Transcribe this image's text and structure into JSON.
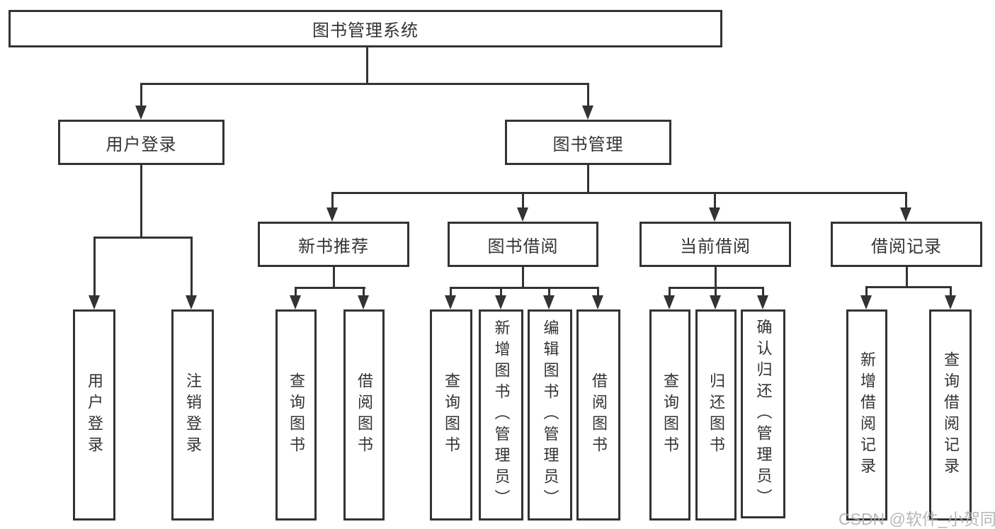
{
  "page": {
    "background": "#ffffff"
  },
  "diagram": {
    "type": "hierarchy-tree",
    "line_color": "#333333",
    "text_color": "#333333",
    "root": {
      "label": "图书管理系统"
    },
    "branches": [
      {
        "label": "用户登录"
      },
      {
        "label": "图书管理"
      }
    ],
    "modules": [
      {
        "label": "新书推荐"
      },
      {
        "label": "图书借阅"
      },
      {
        "label": "当前借阅"
      },
      {
        "label": "借阅记录"
      }
    ],
    "leaves": {
      "login": [
        "用户登录",
        "注销登录"
      ],
      "recommend": [
        "查询图书",
        "借阅图书"
      ],
      "borrow": [
        "查询图书",
        "新增图书（管理员）",
        "编辑图书（管理员）",
        "借阅图书"
      ],
      "current": [
        "查询图书",
        "归还图书",
        "确认归还（管理员）"
      ],
      "records": [
        "新增借阅记录",
        "查询借阅记录"
      ]
    }
  },
  "watermark": {
    "text": "CSDN @软件_小贺同学",
    "color": "#ababab"
  }
}
